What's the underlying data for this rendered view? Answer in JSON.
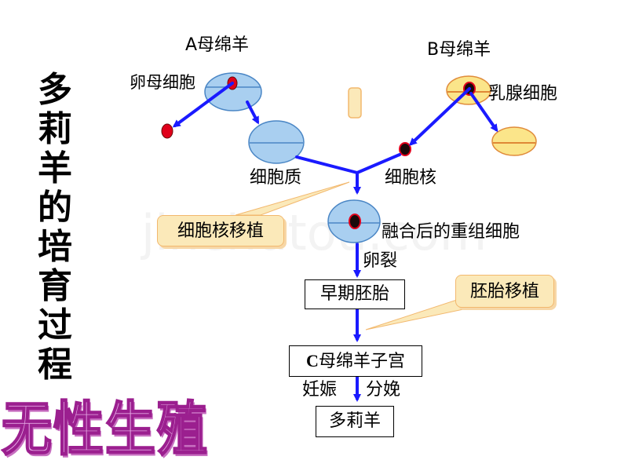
{
  "title_vertical": "多莉羊的培育过程",
  "wordart_title": "无性生殖",
  "watermark": "jinchutou.com",
  "labels": {
    "ewe_a": "A母绵羊",
    "ewe_b": "B母绵羊",
    "egg_cell": "卵母细胞",
    "mammary_cell": "乳腺细胞",
    "cytoplasm": "细胞质",
    "nucleus": "细胞核",
    "fused_cell": "融合后的重组细胞",
    "cleavage": "卵裂",
    "pregnancy": "妊娠",
    "birth": "分娩"
  },
  "boxes": {
    "early_embryo": "早期胚胎",
    "surrogate_prefix": "C",
    "surrogate_rest": "母绵羊子宫",
    "dolly": "多莉羊"
  },
  "callouts": {
    "nuclear_transfer": "细胞核移植",
    "embryo_transfer": "胚胎移植"
  },
  "colors": {
    "arrow": "#1a1aff",
    "cell_blue": "#a9cff0",
    "cell_yellow": "#fbe58a",
    "nucleus_red": "#e0001b",
    "nucleus_dark": "#6a0a0a",
    "callout_fill": "#fbe9b9",
    "wordart_fill": "#e4a8e4",
    "wordart_stroke": "#9b1f8f"
  }
}
